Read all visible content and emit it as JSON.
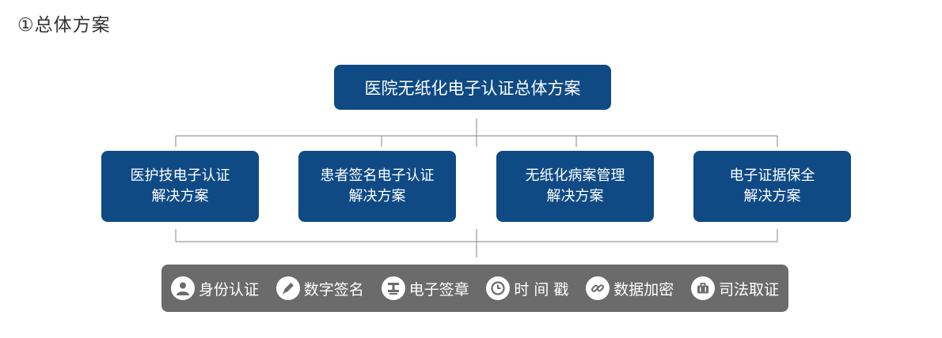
{
  "heading": "①总体方案",
  "root": {
    "label": "医院无纸化电子认证总体方案"
  },
  "solutions": [
    {
      "line1": "医护技电子认证",
      "line2": "解决方案"
    },
    {
      "line1": "患者签名电子认证",
      "line2": "解决方案"
    },
    {
      "line1": "无纸化病案管理",
      "line2": "解决方案"
    },
    {
      "line1": "电子证据保全",
      "line2": "解决方案"
    }
  ],
  "features": [
    {
      "icon": "user-icon",
      "label": "身份认证"
    },
    {
      "icon": "pen-icon",
      "label": "数字签名"
    },
    {
      "icon": "stamp-icon",
      "label": "电子签章"
    },
    {
      "icon": "clock-icon",
      "label": "时 间 戳"
    },
    {
      "icon": "link-icon",
      "label": "数据加密"
    },
    {
      "icon": "briefcase-icon",
      "label": "司法取证"
    }
  ],
  "colors": {
    "box": "#0f4a85",
    "bar": "#6b6b6b",
    "line": "#999999",
    "heading": "#333333"
  }
}
